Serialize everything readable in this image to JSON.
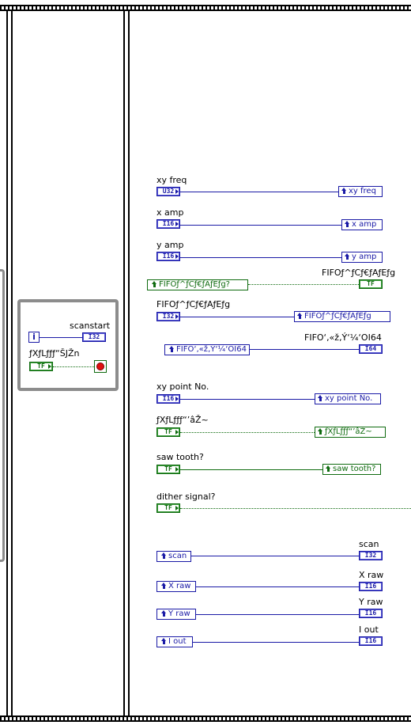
{
  "diagram": {
    "wires": {
      "xy_freq": {
        "label": "xy freq",
        "type": "U32",
        "local": "xy freq"
      },
      "x_amp": {
        "label": "x amp",
        "type": "I16",
        "local": "x amp"
      },
      "y_amp": {
        "label": "y amp",
        "type": "I16",
        "local": "y amp"
      },
      "fifo_flag": {
        "local_in": "FIFOƒ^ƒCƒ€ƒAƒEƒg?",
        "label_out": "FIFOƒ^ƒCƒ€ƒAƒEƒg",
        "type": "TF"
      },
      "fifo_timeout": {
        "label": "FIFOƒ^ƒCƒ€ƒAƒEƒg",
        "type": "I32",
        "local": "FIFOƒ^ƒCƒ€ƒAƒEƒg"
      },
      "fifo_write": {
        "local_in": "FIFO‘‚«ž‚Ý‘¼‘OI64",
        "label_out": "FIFO‘‚«ž‚Ý‘¼‘OI64",
        "type": "I64"
      },
      "xy_point": {
        "label": "xy point No.",
        "type": "I16",
        "local": "xy point No."
      },
      "scan_stop": {
        "label": "ƒXƒLƒƒƒ“’âŽ~",
        "type": "TF",
        "local": "ƒXƒLƒƒƒ“’âŽ~"
      },
      "saw_tooth": {
        "label": "saw tooth?",
        "type": "TF",
        "local": "saw tooth?"
      },
      "dither": {
        "label": "dither signal?",
        "type": "TF"
      },
      "scan": {
        "local_in": "scan",
        "label_out": "scan",
        "type": "I32"
      },
      "x_raw": {
        "local_in": "X raw",
        "label_out": "X raw",
        "type": "I16"
      },
      "y_raw": {
        "local_in": "Y raw",
        "label_out": "Y raw",
        "type": "I16"
      },
      "i_out": {
        "local_in": "I out",
        "label_out": "I out",
        "type": "I16"
      }
    },
    "left_loop": {
      "iteration": "i",
      "scanstart_label": "scanstart",
      "scanstart_type": "I32",
      "scan_start_label": "ƒXƒLƒƒƒ“ŠJŽn",
      "scan_start_type": "TF"
    }
  }
}
